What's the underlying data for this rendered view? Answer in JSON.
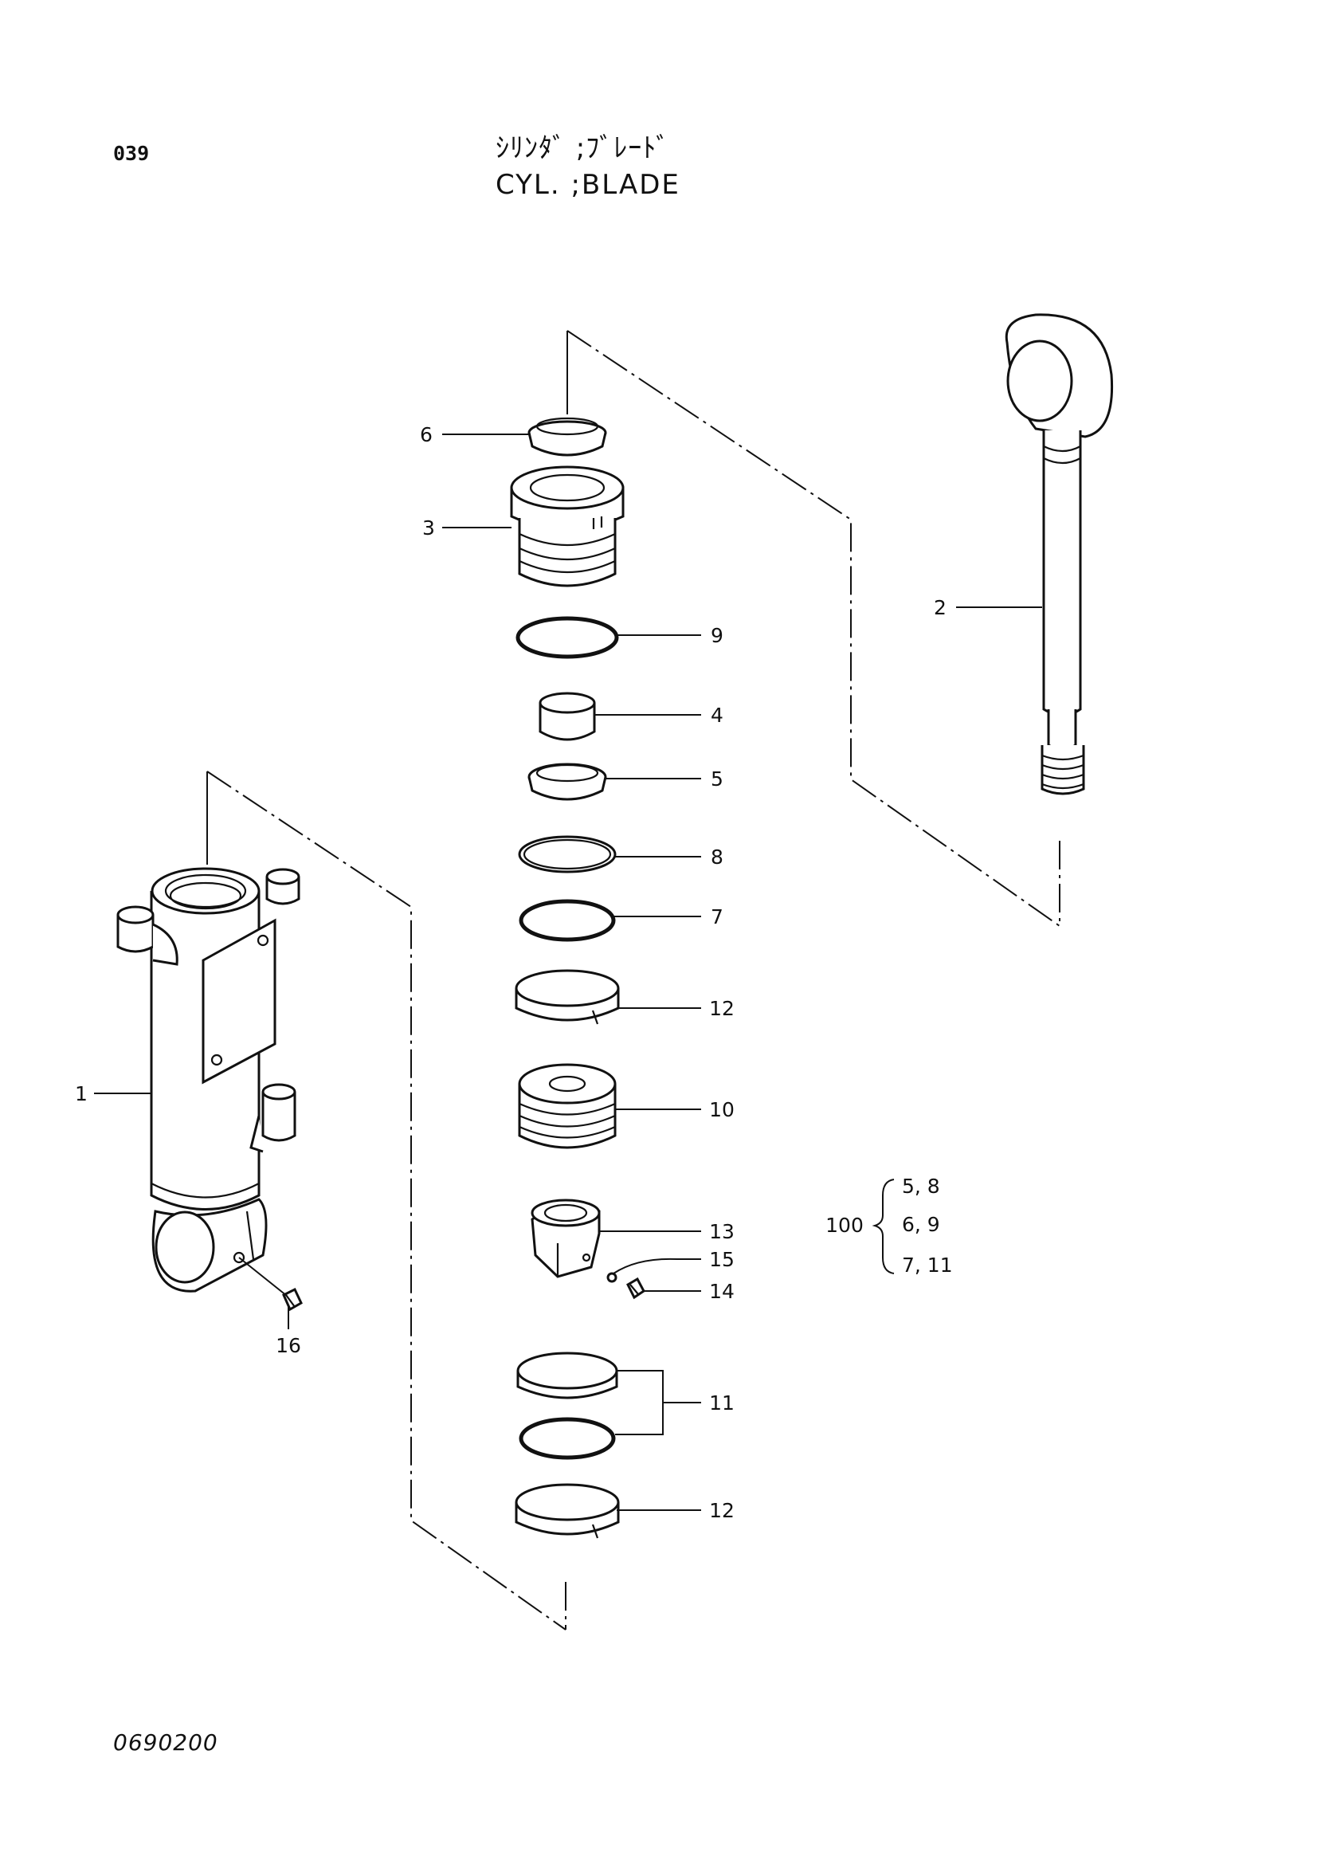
{
  "header": {
    "page_number": "039",
    "title_jp": "ｼﾘﾝﾀﾞ ;ﾌﾞﾚｰﾄﾞ",
    "title_en": "CYL. ;BLADE"
  },
  "footer": {
    "drawing_code": "0690200"
  },
  "callouts": {
    "p1": "1",
    "p2": "2",
    "p3": "3",
    "p4": "4",
    "p5": "5",
    "p6": "6",
    "p7": "7",
    "p8": "8",
    "p9": "9",
    "p10": "10",
    "p11": "11",
    "p12a": "12",
    "p12b": "12",
    "p13": "13",
    "p14": "14",
    "p15": "15",
    "p16": "16"
  },
  "kit": {
    "number": "100",
    "lines": [
      "5, 8",
      "6, 9",
      "7, 11"
    ]
  }
}
